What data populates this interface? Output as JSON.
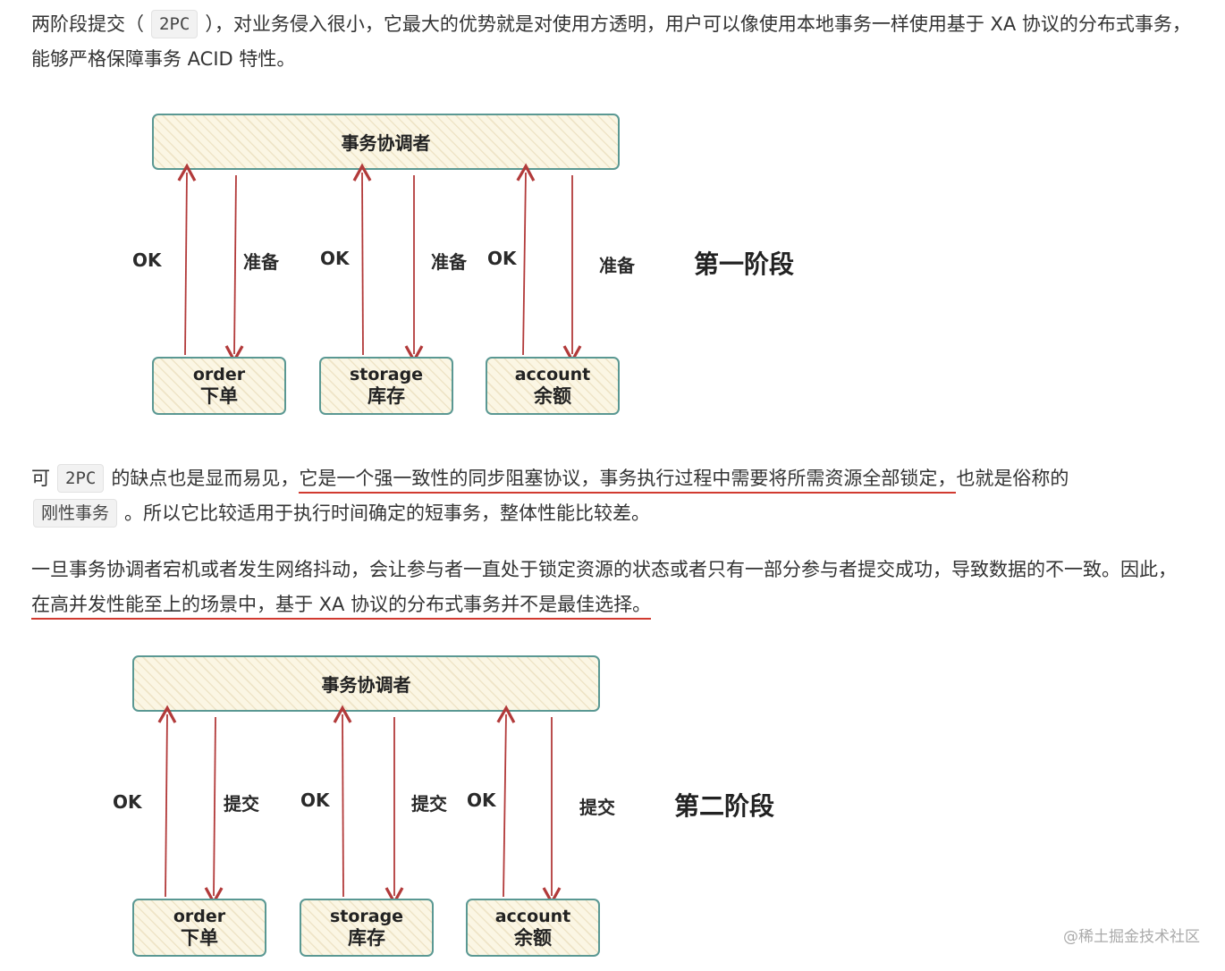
{
  "paragraph1": {
    "part1": "两阶段提交（",
    "code": "2PC",
    "part2": "），对业务侵入很小，它最大的优势就是对使用方透明，用户可以像使用本地事务一样使用基于 XA 协议的分布式事务，能够严格保障事务 ACID 特性。"
  },
  "paragraph2": {
    "part1": "可",
    "code1": "2PC",
    "part2": "的缺点也是显而易见，",
    "highlight": "它是一个强一致性的同步阻塞协议，事务执行过程中需要将所需资源全部锁定，",
    "part3": "也就是俗称的",
    "code2": "刚性事务",
    "part4": "。所以它比较适用于执行时间确定的短事务，整体性能比较差。"
  },
  "paragraph3": {
    "part1": "一旦事务协调者宕机或者发生网络抖动，会让参与者一直处于锁定资源的状态或者只有一部分参与者提交成功，导致数据的不一致。因此，",
    "highlight": "在高并发性能至上的场景中，基于 XA 协议的分布式事务并不是最佳选择。"
  },
  "diagram1": {
    "coordinator": "事务协调者",
    "phase": "第一阶段",
    "participants": [
      {
        "title": "order",
        "subtitle": "下单",
        "up_label": "OK",
        "down_label": "准备"
      },
      {
        "title": "storage",
        "subtitle": "库存",
        "up_label": "OK",
        "down_label": "准备"
      },
      {
        "title": "account",
        "subtitle": "余额",
        "up_label": "OK",
        "down_label": "准备"
      }
    ]
  },
  "diagram2": {
    "coordinator": "事务协调者",
    "phase": "第二阶段",
    "participants": [
      {
        "title": "order",
        "subtitle": "下单",
        "up_label": "OK",
        "down_label": "提交"
      },
      {
        "title": "storage",
        "subtitle": "库存",
        "up_label": "OK",
        "down_label": "提交"
      },
      {
        "title": "account",
        "subtitle": "余额",
        "up_label": "OK",
        "down_label": "提交"
      }
    ]
  },
  "watermark": "@稀土掘金技术社区",
  "colors": {
    "text": "#333333",
    "underline": "#d13a30",
    "arrow": "#b23a3a",
    "box_border": "#5a9893",
    "box_fill": "#fbf6e4"
  }
}
